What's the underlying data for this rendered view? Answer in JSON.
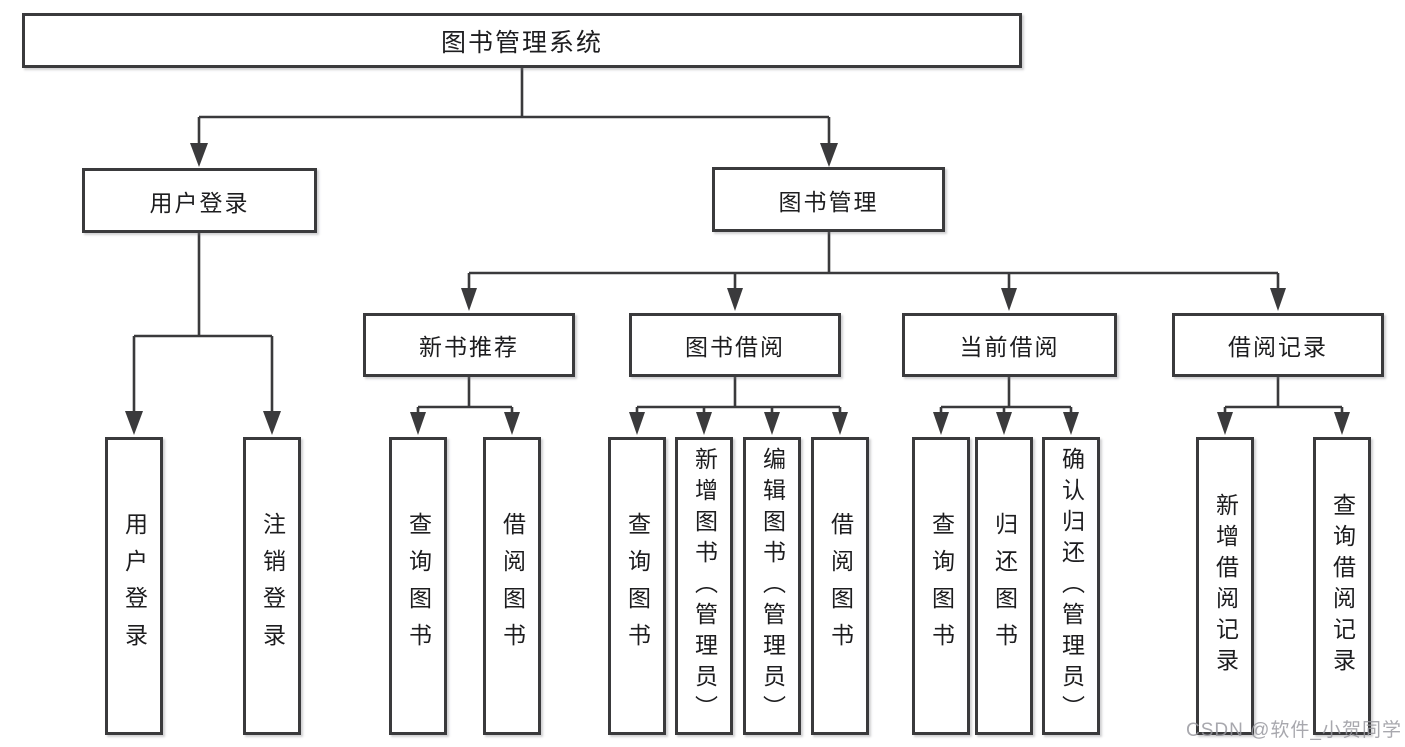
{
  "diagram": {
    "type": "hierarchy-flowchart",
    "colors": {
      "line": "#3a3a3c",
      "text": "#1d1d1f",
      "box_background": "#ffffff",
      "watermark": "#9a9aa0"
    }
  },
  "tree": {
    "label": "图书管理系统",
    "children": [
      {
        "label": "用户登录",
        "children": [
          {
            "label": "用户登录"
          },
          {
            "label": "注销登录"
          }
        ]
      },
      {
        "label": "图书管理",
        "children": [
          {
            "label": "新书推荐",
            "children": [
              {
                "label": "查询图书"
              },
              {
                "label": "借阅图书"
              }
            ]
          },
          {
            "label": "图书借阅",
            "children": [
              {
                "label": "查询图书"
              },
              {
                "label": "新增图书（管理员）"
              },
              {
                "label": "编辑图书（管理员）"
              },
              {
                "label": "借阅图书"
              }
            ]
          },
          {
            "label": "当前借阅",
            "children": [
              {
                "label": "查询图书"
              },
              {
                "label": "归还图书"
              },
              {
                "label": "确认归还（管理员）"
              }
            ]
          },
          {
            "label": "借阅记录",
            "children": [
              {
                "label": "新增借阅记录"
              },
              {
                "label": "查询借阅记录"
              }
            ]
          }
        ]
      }
    ]
  },
  "watermark": {
    "text": "CSDN @软件_小贺同学"
  }
}
